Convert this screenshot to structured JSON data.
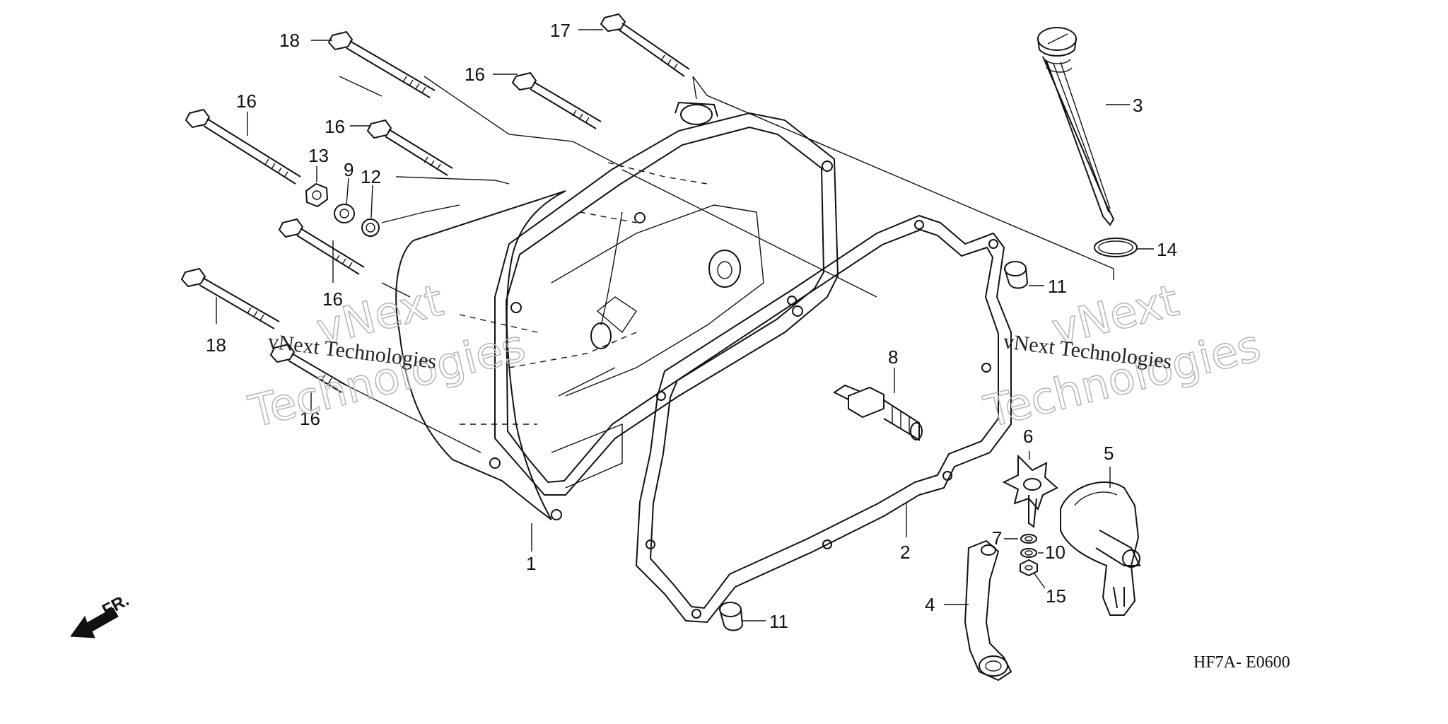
{
  "diagram": {
    "part_code": "HF7A- E0600",
    "front_label": "FR.",
    "watermark_lines": [
      "vNext",
      "Technologies",
      "vNext Technologies"
    ],
    "callouts": [
      {
        "id": "c1",
        "label": "1"
      },
      {
        "id": "c2",
        "label": "2"
      },
      {
        "id": "c3",
        "label": "3"
      },
      {
        "id": "c4",
        "label": "4"
      },
      {
        "id": "c5",
        "label": "5"
      },
      {
        "id": "c6",
        "label": "6"
      },
      {
        "id": "c7",
        "label": "7"
      },
      {
        "id": "c8",
        "label": "8"
      },
      {
        "id": "c9",
        "label": "9"
      },
      {
        "id": "c10",
        "label": "10"
      },
      {
        "id": "c11a",
        "label": "11"
      },
      {
        "id": "c11b",
        "label": "11"
      },
      {
        "id": "c12",
        "label": "12"
      },
      {
        "id": "c13",
        "label": "13"
      },
      {
        "id": "c14",
        "label": "14"
      },
      {
        "id": "c15",
        "label": "15"
      },
      {
        "id": "c16a",
        "label": "16"
      },
      {
        "id": "c16b",
        "label": "16"
      },
      {
        "id": "c16c",
        "label": "16"
      },
      {
        "id": "c16d",
        "label": "16"
      },
      {
        "id": "c16e",
        "label": "16"
      },
      {
        "id": "c17",
        "label": "17"
      },
      {
        "id": "c18a",
        "label": "18"
      },
      {
        "id": "c18b",
        "label": "18"
      }
    ]
  }
}
